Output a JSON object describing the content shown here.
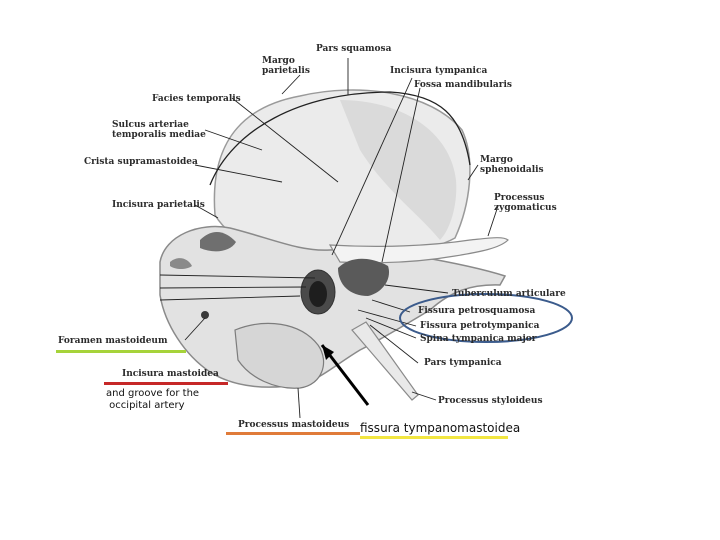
{
  "labels": {
    "pars_squamosa": "Pars squamosa",
    "margo_parietalis": "Margo\nparietalis",
    "incisura_tympanica": "Incisura tympanica",
    "fossa_mandibularis": "Fossa mandibularis",
    "facies_temporalis": "Facies temporalis",
    "sulcus_arteriae": "Sulcus arteriae\ntemporalis mediae",
    "crista_supramastoidea": "Crista supramastoidea",
    "incisura_parietalis": "Incisura parietalis",
    "margo_sphenoidalis": "Margo\nsphenoidalis",
    "processus_zygomaticus": "Processus\nzygomaticus",
    "tuberculum_articulare": "Tuberculum articulare",
    "fissura_petrosquamosa": "Fissura petrosquamosa",
    "fissura_petrotympanica": "Fissura petrotympanica",
    "spina_tympanica_major": "Spina tympanica major",
    "pars_tympanica": "Pars tympanica",
    "processus_styloideus": "Processus styloideus",
    "foramen_mastoideum": "Foramen mastoideum",
    "incisura_mastoidea": "Incisura mastoidea",
    "processus_mastoideus": "Processus mastoideus"
  },
  "annotations": {
    "groove_note": "and groove for the\n occipital artery",
    "fissura_tympanomastoidea": "fissura tympanomastoidea"
  },
  "colors": {
    "green": "#a6d33a",
    "red": "#c62828",
    "orange": "#e07b39",
    "yellow": "#f2e641",
    "ellipse": "#3b5b8c"
  }
}
